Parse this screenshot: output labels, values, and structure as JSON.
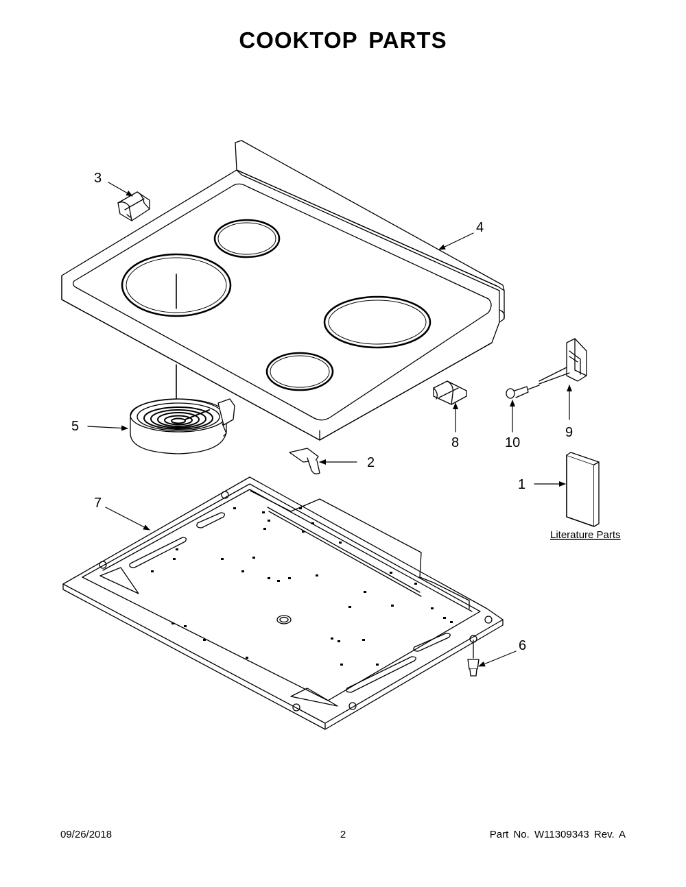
{
  "title": "COOKTOP PARTS",
  "callouts": {
    "c1": "1",
    "c2": "2",
    "c3": "3",
    "c4": "4",
    "c5": "5",
    "c6": "6",
    "c7": "7",
    "c8": "8",
    "c9": "9",
    "c10": "10"
  },
  "literature_label": "Literature Parts",
  "footer": {
    "date": "09/26/2018",
    "page": "2",
    "part_number": "Part No.  W11309343  Rev.  A"
  }
}
